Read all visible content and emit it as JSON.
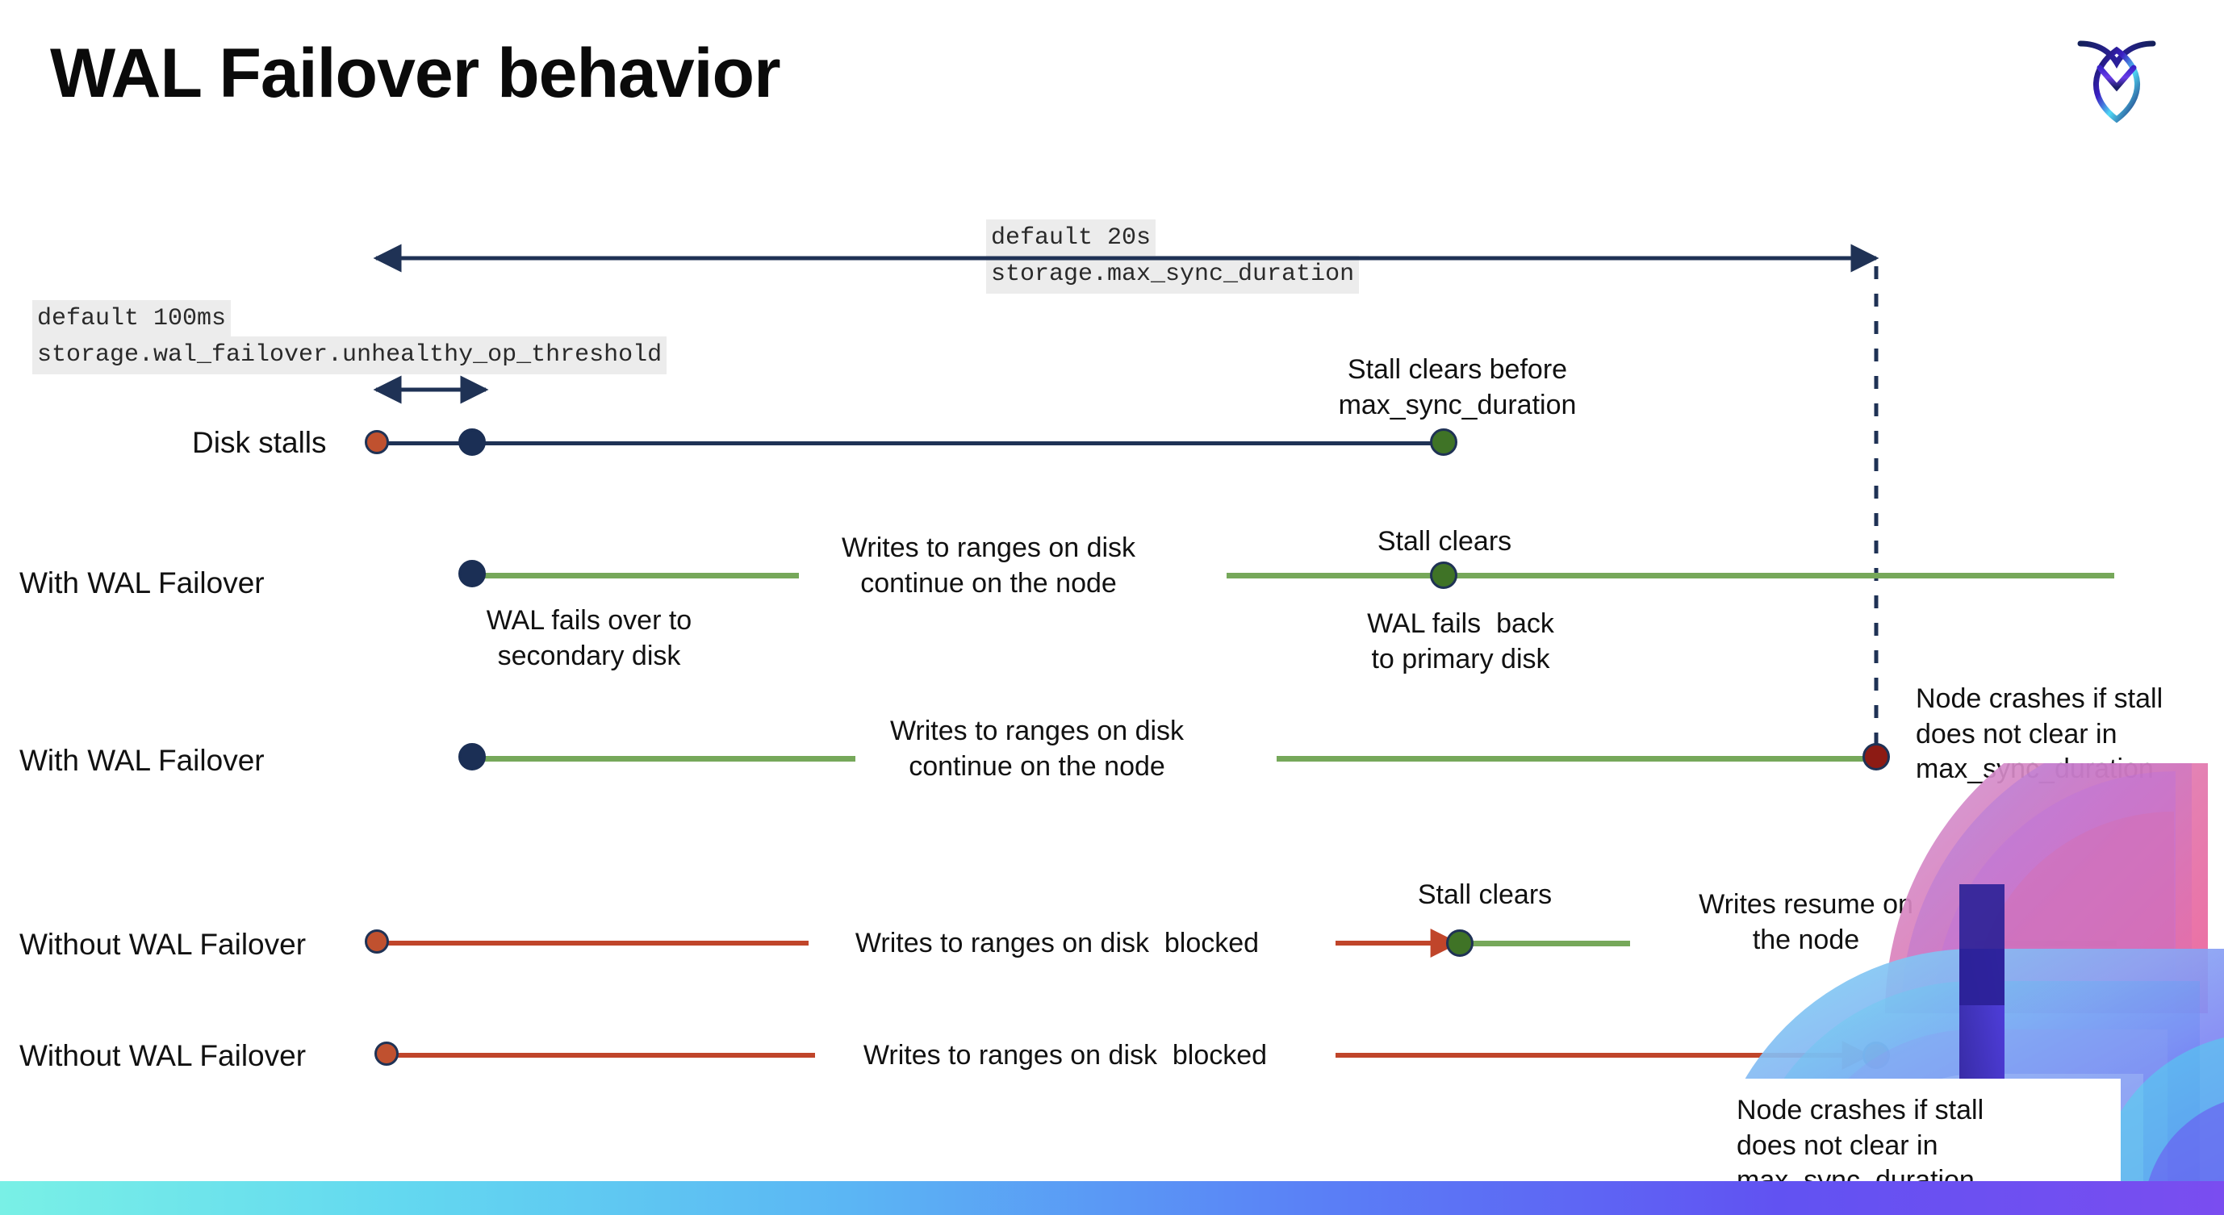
{
  "slide": {
    "title": "WAL Failover behavior",
    "logo_name": "cockroach-labs-logo"
  },
  "settings": [
    {
      "id": "max-sync-duration",
      "default_line": "default 20s",
      "name_line": "storage.max_sync_duration"
    },
    {
      "id": "unhealthy-op-threshold",
      "default_line": "default 100ms",
      "name_line": "storage.wal_failover.unhealthy_op_threshold"
    }
  ],
  "rows": [
    {
      "id": "disk-stalls",
      "label": "Disk stalls",
      "annotations": [
        "Stall clears before\nmax_sync_duration"
      ]
    },
    {
      "id": "with-wal-failover-recovers",
      "label": "With WAL Failover",
      "annotations": [
        "Writes to ranges on disk\ncontinue on the node",
        "WAL fails over to\nsecondary disk",
        "Stall clears",
        "WAL fails  back\nto primary disk"
      ]
    },
    {
      "id": "with-wal-failover-crashes",
      "label": "With WAL Failover",
      "annotations": [
        "Writes to ranges on disk\ncontinue on the node",
        "Node crashes if stall\ndoes not clear in\nmax_sync_duration"
      ]
    },
    {
      "id": "without-wal-failover-recovers",
      "label": "Without WAL Failover",
      "annotations": [
        "Writes to ranges on disk  blocked",
        "Stall clears",
        "Writes resume on\nthe node"
      ]
    },
    {
      "id": "without-wal-failover-crashes",
      "label": "Without WAL Failover",
      "annotations": [
        "Writes to ranges on disk  blocked",
        "Node crashes if stall\ndoes not clear in\nmax_sync_duration"
      ]
    }
  ],
  "labels": {
    "stall_clears_before_max": "Stall clears before\nmax_sync_duration",
    "writes_continue": "Writes to ranges on disk\ncontinue on the node",
    "wal_fails_over": "WAL fails over to\nsecondary disk",
    "stall_clears": "Stall clears",
    "wal_fails_back": "WAL fails  back\nto primary disk",
    "writes_continue_2": "Writes to ranges on disk\ncontinue on the node",
    "node_crashes": "Node crashes if stall\ndoes not clear in\nmax_sync_duration",
    "writes_blocked": "Writes to ranges on disk  blocked",
    "stall_clears_2": "Stall clears",
    "writes_resume": "Writes resume on\nthe node",
    "writes_blocked_2": "Writes to ranges on disk  blocked",
    "node_crashes_2": "Node crashes if stall\ndoes not clear in\nmax_sync_duration"
  },
  "colors": {
    "navy": "#1f3255",
    "green_line": "#76a85a",
    "green_dot": "#3f7326",
    "orange_line": "#c0452a",
    "orange_dot": "#c0512f",
    "dark_red_dot": "#8d1b14",
    "code_bg": "#ececec",
    "text": "#111111"
  }
}
